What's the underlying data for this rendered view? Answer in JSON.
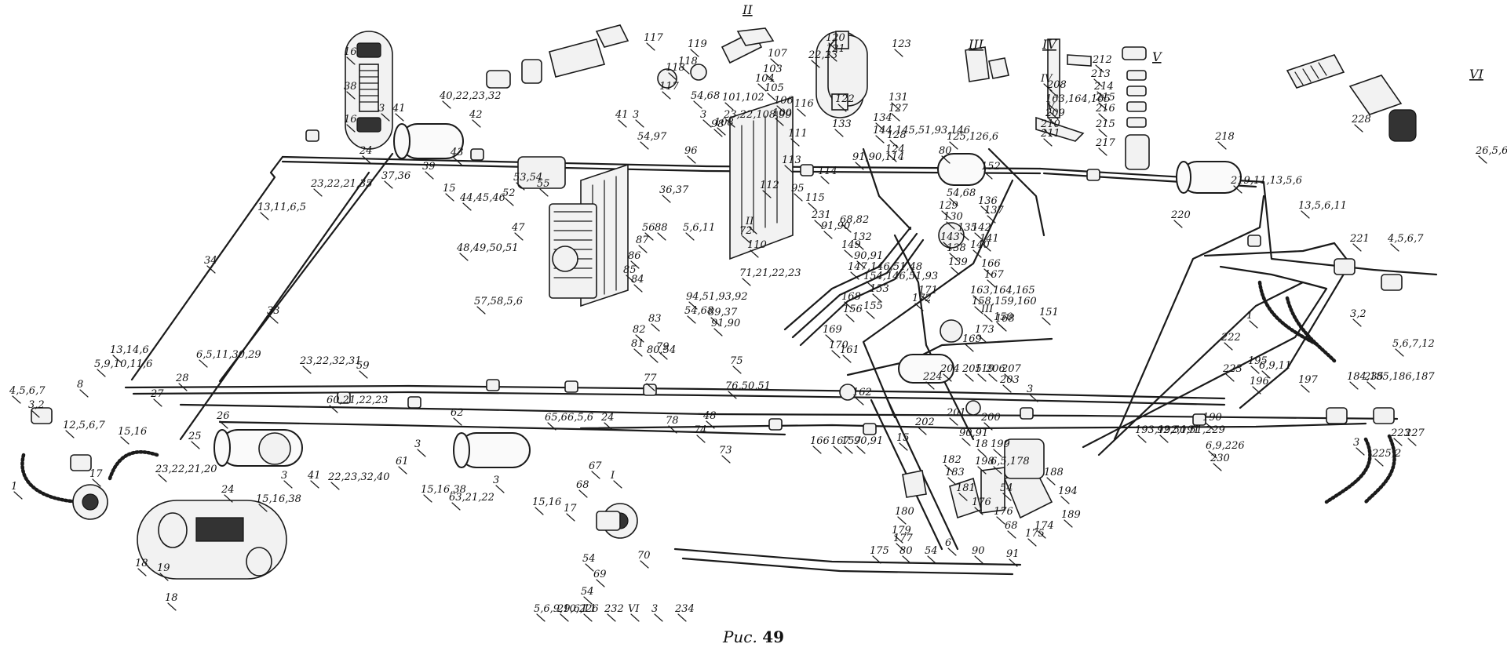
{
  "caption": {
    "prefix": "Рис.",
    "number": "49"
  },
  "views": [
    {
      "id": "II",
      "label": "II"
    },
    {
      "id": "III",
      "label": "III"
    },
    {
      "id": "IV",
      "label": "IV"
    },
    {
      "id": "V",
      "label": "V"
    },
    {
      "id": "VI",
      "label": "VI"
    }
  ],
  "callouts": [
    "16",
    "38",
    "16",
    "3",
    "41",
    "40,22,23,32",
    "42",
    "43",
    "24",
    "39",
    "15",
    "37,36",
    "23,22,21,35",
    "13,11,6,5",
    "44,45,46",
    "53,54",
    "52",
    "55",
    "47",
    "48,49,50,51",
    "57,58,5,6",
    "34",
    "33",
    "13,14,6",
    "5,9,10,11,6",
    "8",
    "4,5,6,7",
    "3,2",
    "12,5,6,7",
    "1",
    "15,16",
    "17",
    "18",
    "19",
    "18",
    "28",
    "6,5,11,30,29",
    "27",
    "26",
    "25",
    "23,22,21,20",
    "24",
    "23,22,32,31",
    "59",
    "60,21,22,23",
    "3",
    "41",
    "22,23,32,40",
    "15,16,38",
    "61",
    "3",
    "15,16,38",
    "62",
    "63,21,22",
    "3",
    "15,16",
    "17",
    "68",
    "67",
    "24",
    "65,66,5,6",
    "I",
    "54",
    "69",
    "54",
    "70",
    "117",
    "118",
    "119",
    "120",
    "121",
    "122",
    "123",
    "118",
    "117",
    "107",
    "22,23",
    "103",
    "104",
    "3",
    "23,22,108,99",
    "98",
    "54,68",
    "101,102",
    "108",
    "105",
    "106",
    "100",
    "116",
    "41",
    "3",
    "54,97",
    "96",
    "36,37",
    "56",
    "88",
    "5,6,11",
    "87",
    "86",
    "85",
    "84",
    "94,51,93,92",
    "89,37",
    "91,90",
    "54,68",
    "83",
    "82",
    "81",
    "80,54",
    "79",
    "77",
    "78",
    "75",
    "76,50,51",
    "48",
    "74",
    "73",
    "72",
    "71,21,22,23",
    "II",
    "110",
    "112",
    "111",
    "113",
    "114",
    "91,90,114",
    "115",
    "95",
    "231",
    "91,90",
    "68,82",
    "132",
    "133",
    "134",
    "144,145,51,93,146",
    "131",
    "127",
    "128",
    "124",
    "125,126,6",
    "80",
    "54,68",
    "129",
    "130",
    "136",
    "137",
    "135",
    "143",
    "142",
    "141",
    "138",
    "139",
    "140",
    "149",
    "90,91",
    "147,146,51,48",
    "154,146,51,93",
    "153",
    "156",
    "155",
    "III",
    "150",
    "166",
    "167",
    "163,164,165",
    "158,159,160",
    "168",
    "169",
    "170",
    "161",
    "162",
    "166",
    "167",
    "157",
    "90,91",
    "171",
    "172",
    "173",
    "168",
    "169",
    "151",
    "152",
    "IV",
    "208",
    "163,164,165",
    "V",
    "209",
    "210",
    "211",
    "212",
    "213",
    "214",
    "215",
    "216",
    "215",
    "217",
    "218",
    "220",
    "219,11,13,5,6",
    "13,5,6,11",
    "221",
    "4,5,6,7",
    "3,2",
    "5,6,7,12",
    "1",
    "6,9,11",
    "222",
    "223",
    "224",
    "204",
    "205",
    "119",
    "206",
    "207",
    "203",
    "3",
    "202",
    "201",
    "200",
    "90,91",
    "15",
    "18",
    "199",
    "182",
    "183",
    "198",
    "6,5,178",
    "181",
    "176",
    "6",
    "177",
    "180",
    "179",
    "175",
    "80",
    "54",
    "176",
    "54",
    "68",
    "175",
    "174",
    "188",
    "194",
    "189",
    "90",
    "91",
    "195",
    "196",
    "197",
    "184,185,186,187",
    "235",
    "190",
    "193,192,191",
    "92,50,51,229",
    "230",
    "6,9,226",
    "3",
    "223",
    "227",
    "225,2",
    "26,5,6",
    "228",
    "5,6,9,10,226",
    "29,6,11",
    "1",
    "232",
    "VI",
    "3",
    "234"
  ]
}
